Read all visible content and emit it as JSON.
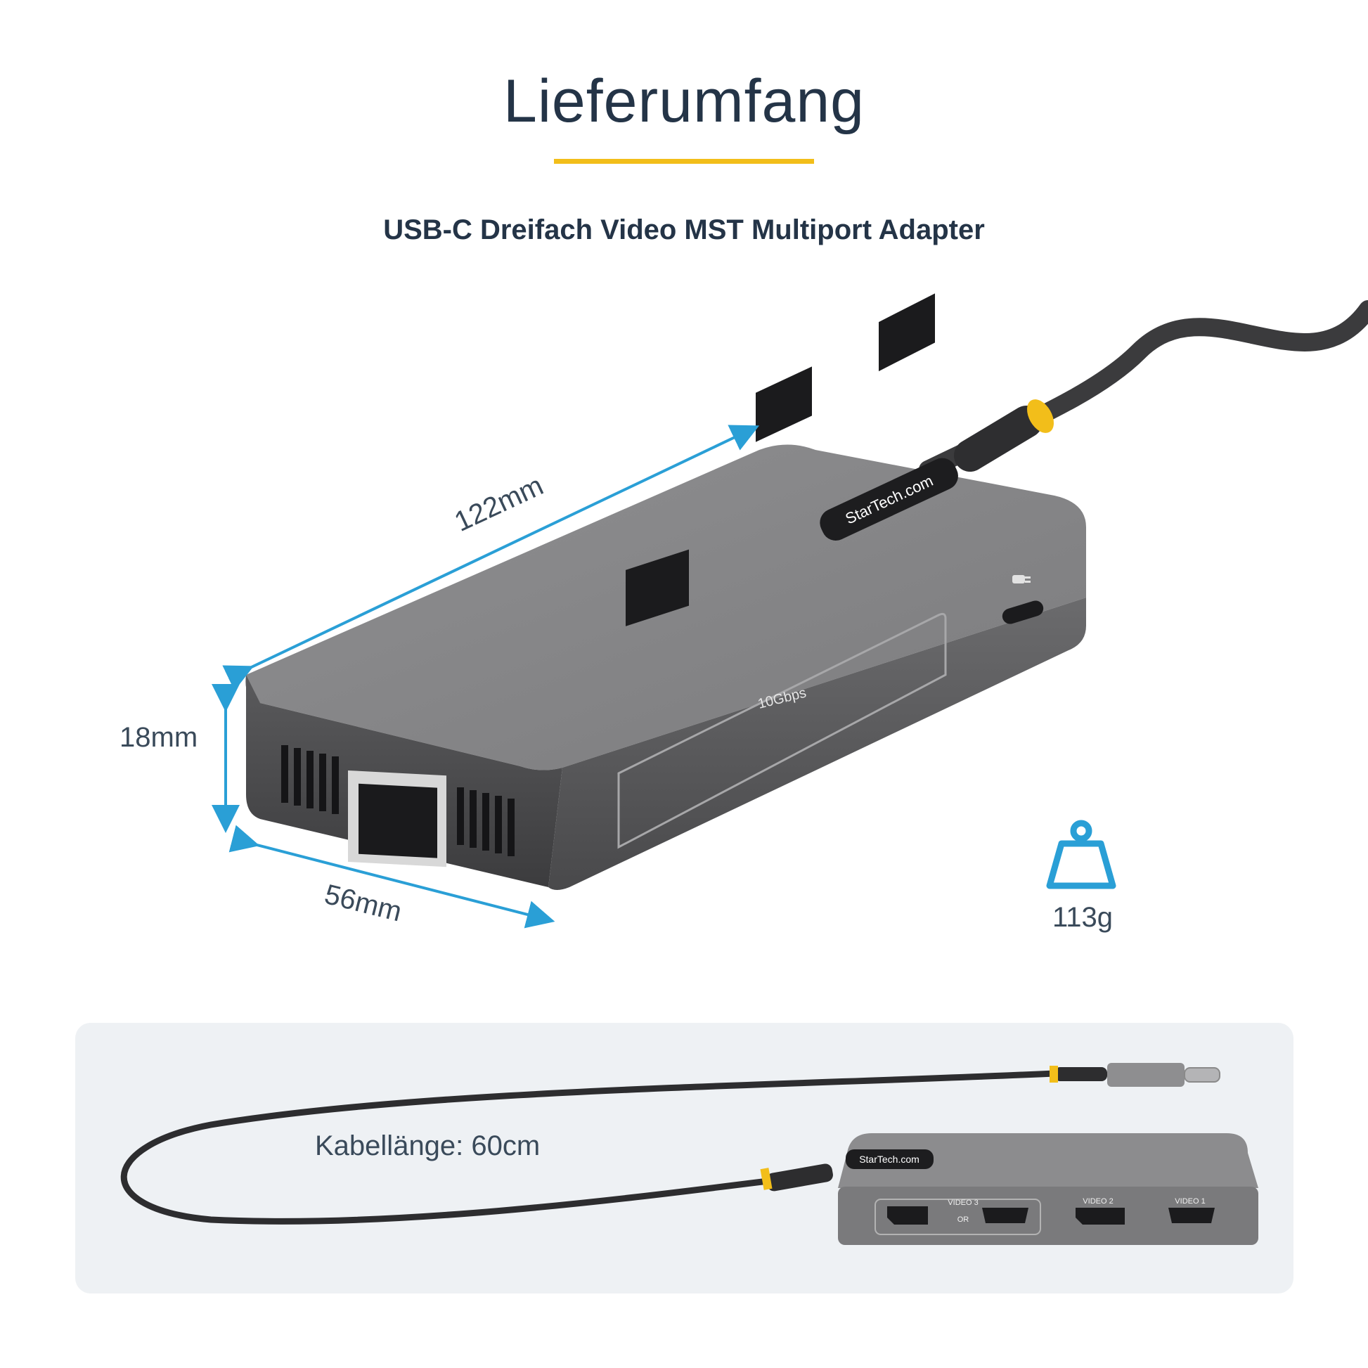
{
  "page": {
    "title": "Lieferumfang",
    "subtitle": "USB-C Dreifach Video MST Multiport Adapter"
  },
  "colors": {
    "accent": "#f2be1a",
    "dimension_blue": "#2a9fd6",
    "device_gray": "#8a8a8c",
    "panel_bg": "#eef1f4"
  },
  "dimensions": {
    "length": "122mm",
    "height": "18mm",
    "width": "56mm",
    "weight": "113g"
  },
  "device": {
    "brand": "StarTech.com",
    "usb_speed_label": "10Gbps",
    "video_ports": {
      "video3": "VIDEO 3",
      "or": "OR",
      "video2": "VIDEO 2",
      "video1": "VIDEO 1"
    }
  },
  "cable": {
    "label": "Kabellänge: 60cm"
  }
}
